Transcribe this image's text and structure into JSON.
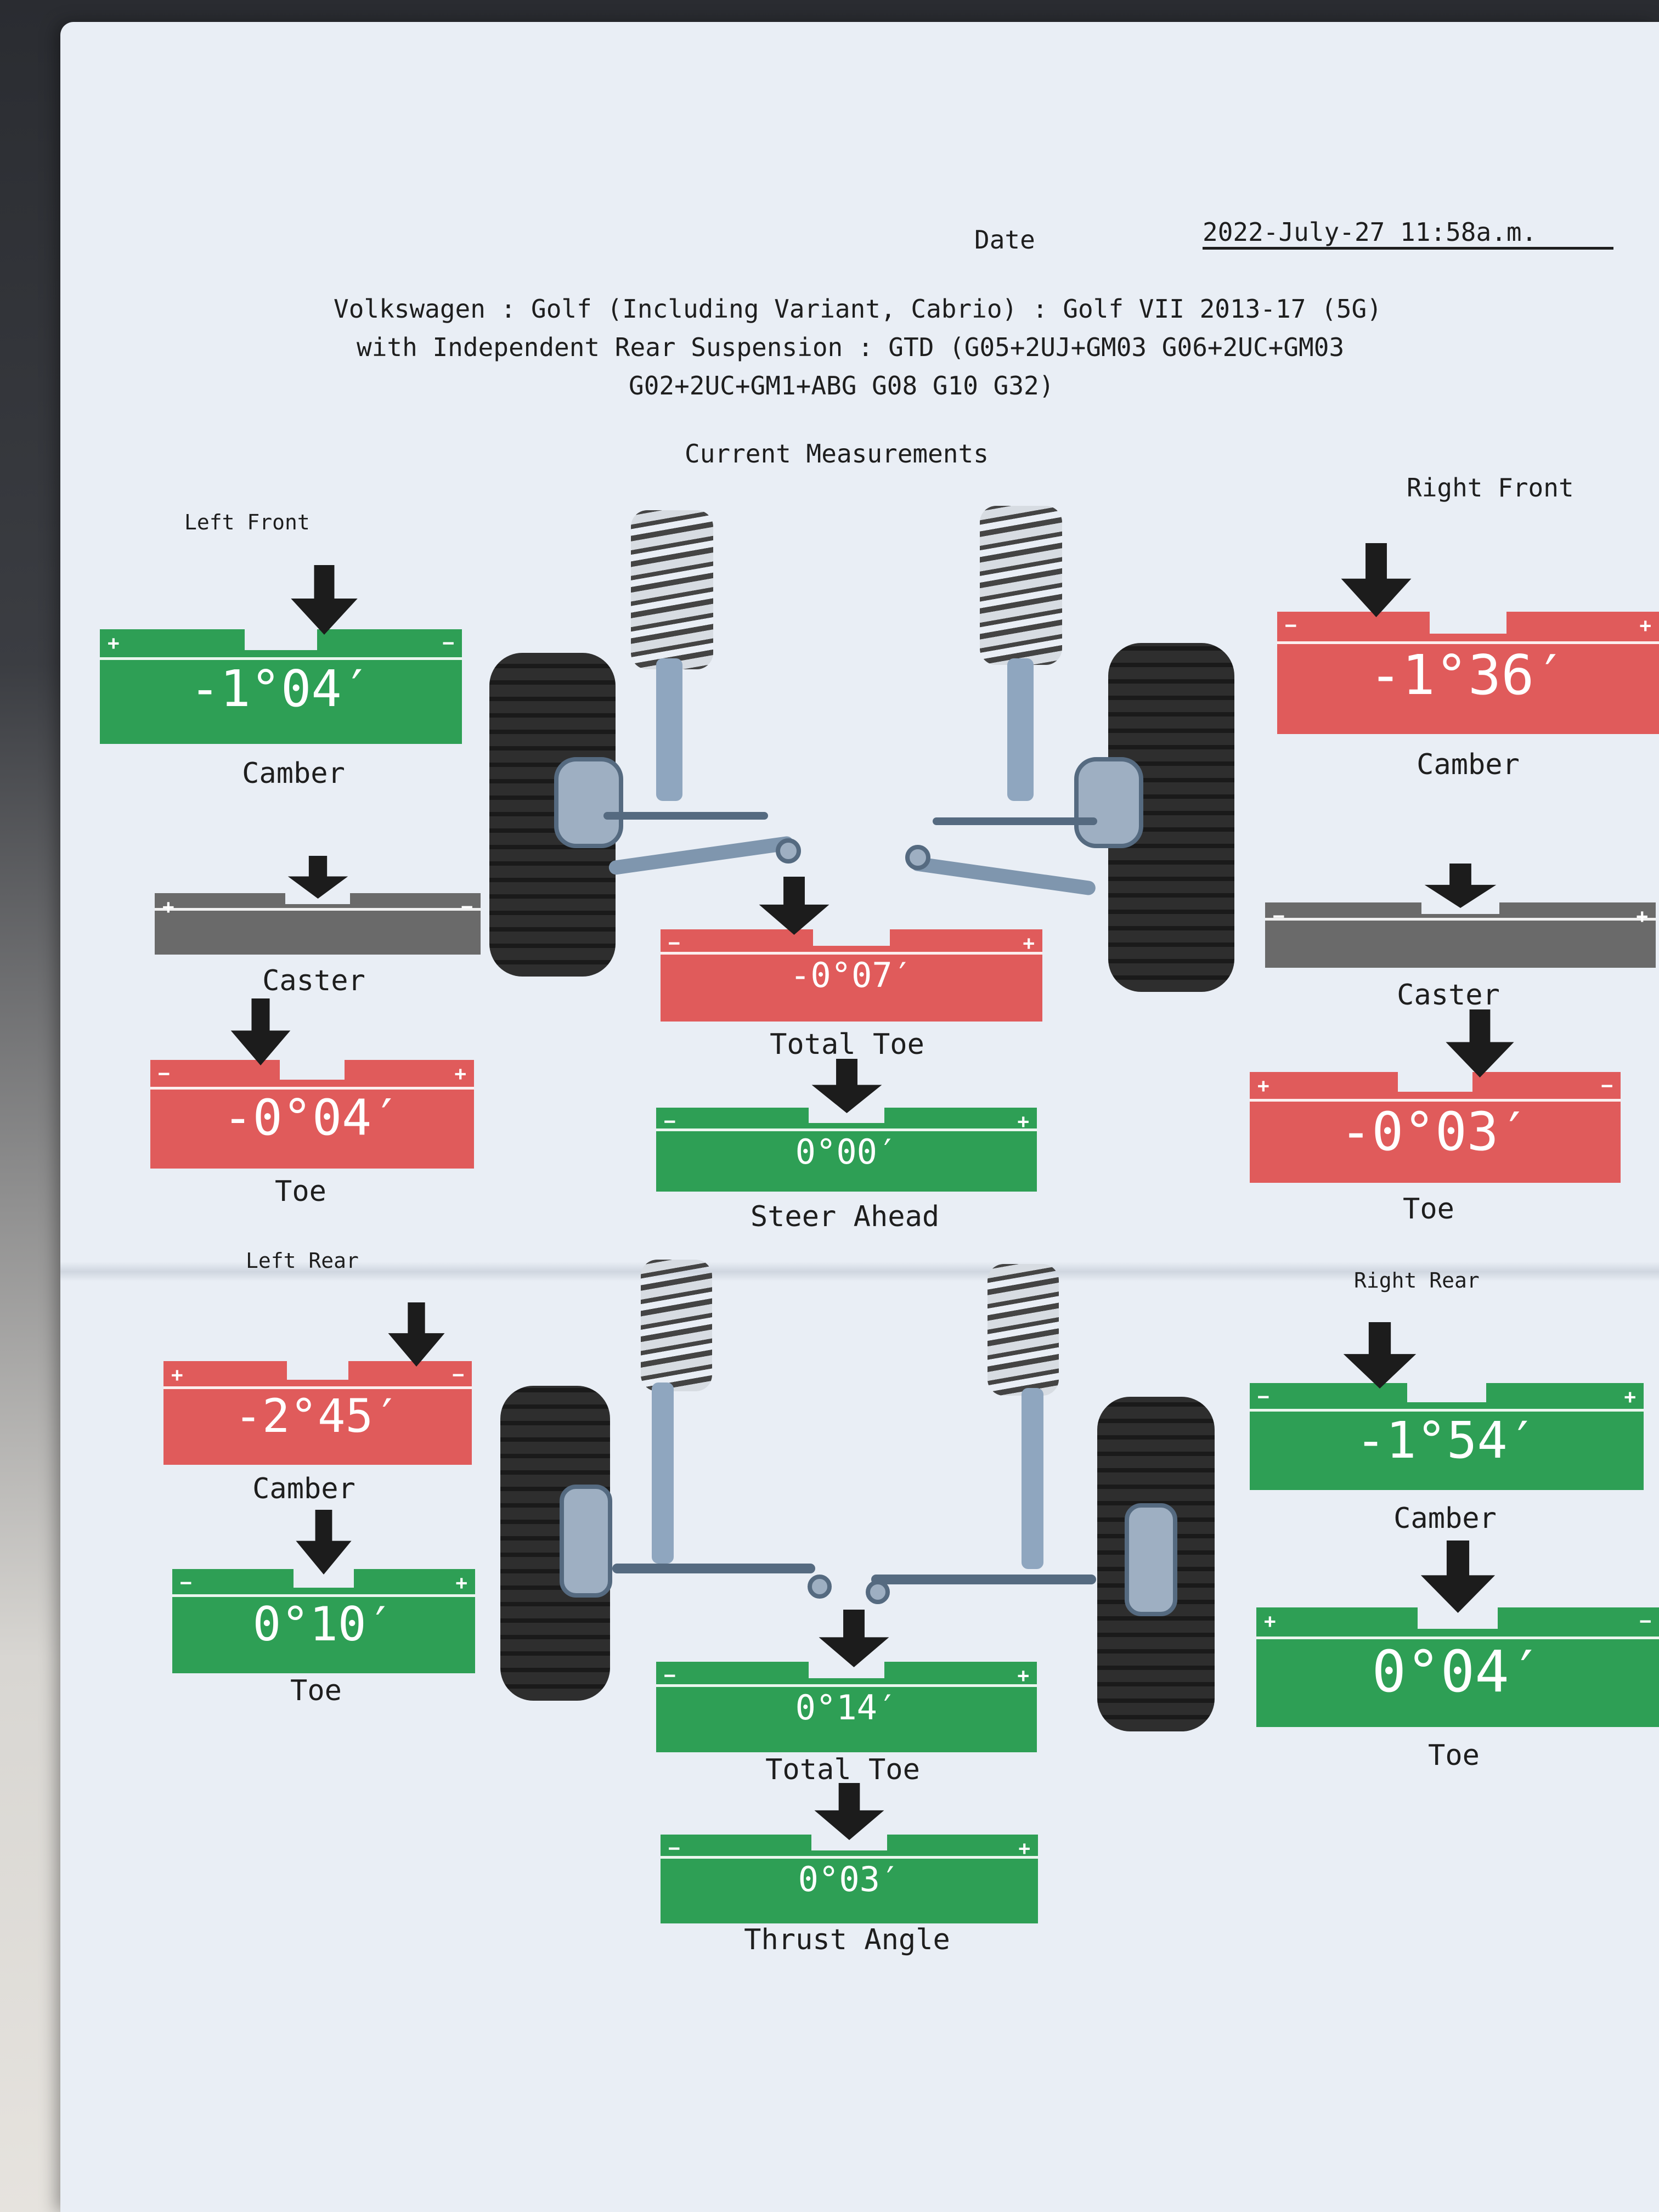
{
  "header": {
    "date_label": "Date",
    "date_value": "2022-July-27 11:58a.m.",
    "vehicle_line1": "Volkswagen : Golf (Including Variant, Cabrio) : Golf VII 2013-17 (5G)",
    "vehicle_line2": "with Independent Rear Suspension : GTD  (G05+2UJ+GM03 G06+2UC+GM03",
    "vehicle_line3": "G02+2UC+GM1+ABG G08 G10 G32)",
    "section_title": "Current Measurements"
  },
  "sections": {
    "left_front": "Left Front",
    "right_front": "Right Front",
    "left_rear": "Left Rear",
    "right_rear": "Right Rear"
  },
  "signs": {
    "plus": "+",
    "minus": "−"
  },
  "measurements": {
    "lf_camber": {
      "label": "Camber",
      "value": "-1°04′",
      "status": "in-range",
      "indicator_position": 0.62
    },
    "lf_caster": {
      "label": "Caster",
      "value": "",
      "status": "not-measured",
      "indicator_position": 0.5
    },
    "lf_toe": {
      "label": "Toe",
      "value": "-0°04′",
      "status": "out-of-range",
      "indicator_position": 0.34
    },
    "rf_camber": {
      "label": "Camber",
      "value": "-1°36′",
      "status": "out-of-range",
      "indicator_position": 0.26
    },
    "rf_caster": {
      "label": "Caster",
      "value": "",
      "status": "not-measured",
      "indicator_position": 0.5
    },
    "rf_toe": {
      "label": "Toe",
      "value": "-0°03′",
      "status": "out-of-range",
      "indicator_position": 0.62
    },
    "front_total_toe": {
      "label": "Total Toe",
      "value": "-0°07′",
      "status": "out-of-range",
      "indicator_position": 0.35
    },
    "steer_ahead": {
      "label": "Steer Ahead",
      "value": "0°00′",
      "status": "in-range",
      "indicator_position": 0.5
    },
    "lr_camber": {
      "label": "Camber",
      "value": "-2°45′",
      "status": "out-of-range",
      "indicator_position": 0.82
    },
    "lr_toe": {
      "label": "Toe",
      "value": "0°10′",
      "status": "in-range",
      "indicator_position": 0.5
    },
    "rr_camber": {
      "label": "Camber",
      "value": "-1°54′",
      "status": "in-range",
      "indicator_position": 0.33
    },
    "rr_toe": {
      "label": "Toe",
      "value": "0°04′",
      "status": "in-range",
      "indicator_position": 0.5
    },
    "rear_total_toe": {
      "label": "Total Toe",
      "value": "0°14′",
      "status": "in-range",
      "indicator_position": 0.52
    },
    "thrust_angle": {
      "label": "Thrust Angle",
      "value": "0°03′",
      "status": "in-range",
      "indicator_position": 0.5
    }
  },
  "colors": {
    "in_range": "#2e9f55",
    "in_range_light": "#3ab56a",
    "out_of_range": "#e05b5b",
    "not_measured": "#6a6a6a",
    "arrow": "#1c1c1c"
  }
}
